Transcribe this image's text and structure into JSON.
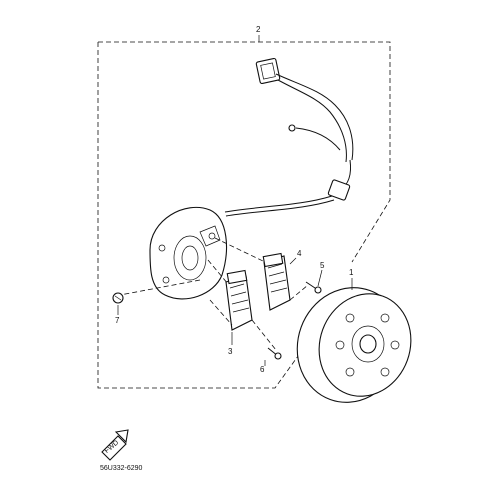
{
  "callouts": [
    "2",
    "4",
    "5",
    "1",
    "7",
    "3",
    "6"
  ],
  "diagram_code": "56U332-6290",
  "fwd_label": "FWD",
  "icons": [
    "fwd-arrow-icon"
  ]
}
